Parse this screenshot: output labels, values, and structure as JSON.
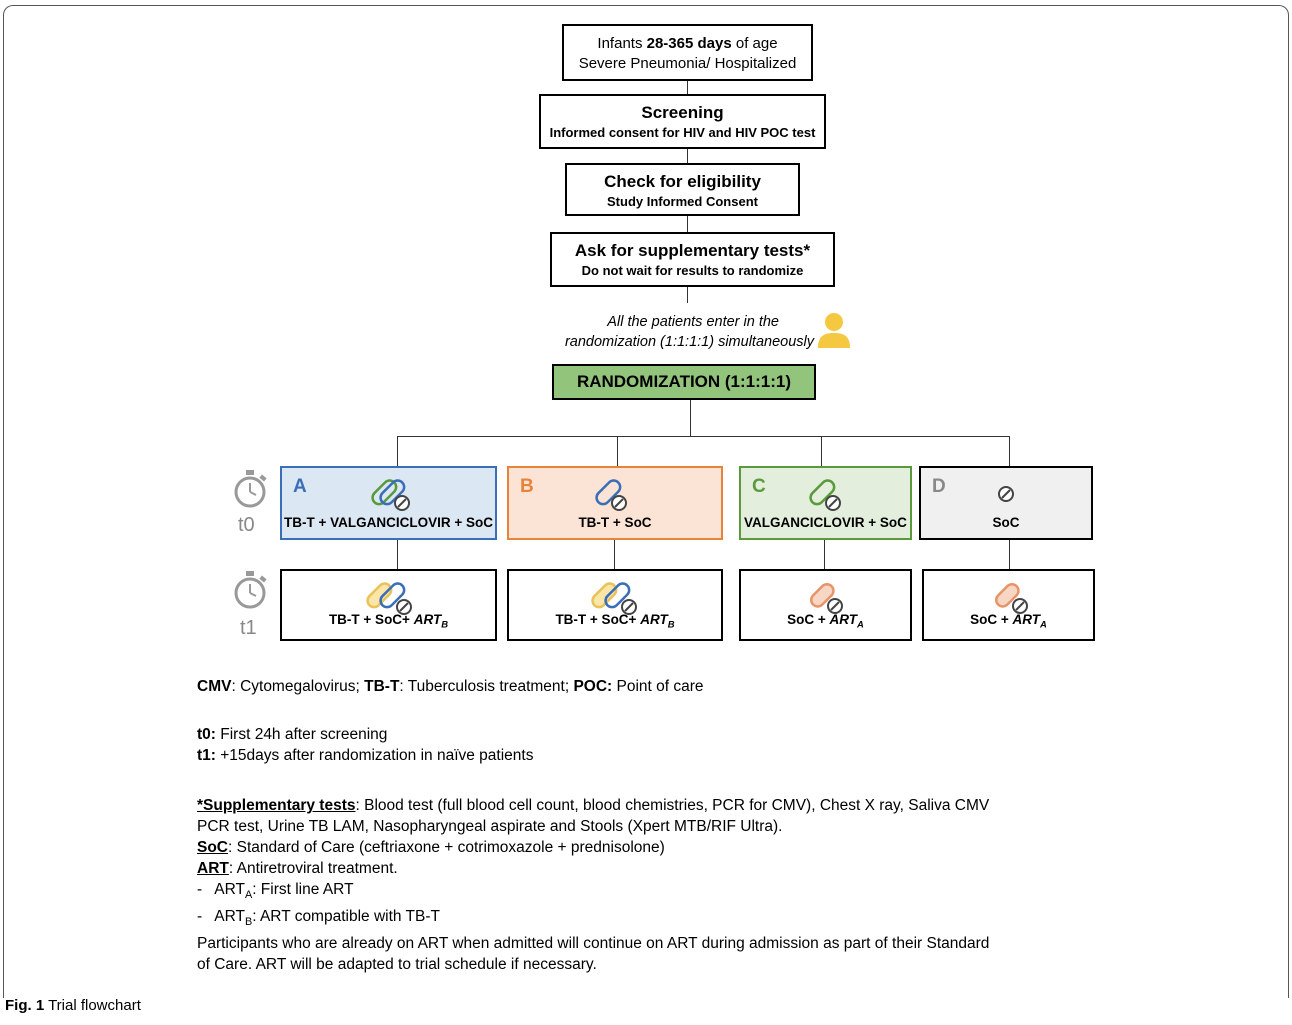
{
  "flow": {
    "box1_line1_pre": "Infants ",
    "box1_line1_bold": "28-365 days",
    "box1_line1_post": " of age",
    "box1_line2": "Severe Pneumonia/ Hospitalized",
    "screening_title": "Screening",
    "screening_sub": "Informed consent for HIV and HIV POC test",
    "eligibility_title": "Check for eligibility",
    "eligibility_sub": "Study Informed Consent",
    "supp_title": "Ask for supplementary tests*",
    "supp_sub": "Do not wait for results to randomize",
    "note_line1": "All the patients enter in the",
    "note_line2": "randomization (1:1:1:1) simultaneously",
    "randomization": "RANDOMIZATION (1:1:1:1)"
  },
  "times": {
    "t0": "t0",
    "t1": "t1"
  },
  "arms": [
    {
      "letter": "A",
      "t0_label": "TB-T + VALGANCICLOVIR + SoC",
      "t1_label": "TB-T + SoC+ ",
      "t1_art": "ART",
      "t1_sub": "B",
      "color": "#3a6fb8",
      "bg": "#dce7f4"
    },
    {
      "letter": "B",
      "t0_label": "TB-T + SoC",
      "t1_label": "TB-T + SoC+ ",
      "t1_art": "ART",
      "t1_sub": "B",
      "color": "#e8833a",
      "bg": "#fbe3d5"
    },
    {
      "letter": "C",
      "t0_label": "VALGANCICLOVIR + SoC",
      "t1_label": "SoC + ",
      "t1_art": "ART",
      "t1_sub": "A",
      "color": "#5a9a3c",
      "bg": "#e3efdc"
    },
    {
      "letter": "D",
      "t0_label": "SoC",
      "t1_label": "SoC + ",
      "t1_art": "ART",
      "t1_sub": "A",
      "color": "#888888",
      "bg": "#f0f0f0"
    }
  ],
  "legend": {
    "abbr_cmv_key": "CMV",
    "abbr_cmv_val": ": Cytomegalovirus; ",
    "abbr_tbt_key": "TB-T",
    "abbr_tbt_val": ": Tuberculosis treatment; ",
    "abbr_poc_key": "POC:",
    "abbr_poc_val": " Point of care",
    "t0_key": "t0:",
    "t0_val": " First 24h after screening",
    "t1_key": "t1:",
    "t1_val": " +15days after randomization in naïve patients",
    "supp_key": "*Supplementary tests",
    "supp_val": ": Blood test (full blood cell count, blood chemistries, PCR for CMV), Chest X ray, Saliva CMV",
    "supp_val2": "PCR test, Urine TB LAM, Nasopharyngeal aspirate and Stools (Xpert MTB/RIF Ultra).",
    "soc_key": "SoC",
    "soc_val": ": Standard of Care (ceftriaxone + cotrimoxazole + prednisolone)",
    "art_key": "ART",
    "art_val": ": Antiretroviral treatment.",
    "arta_pre": "-   ART",
    "arta_sub": "A",
    "arta_val": ": First line ART",
    "artb_pre": "-   ART",
    "artb_sub": "B",
    "artb_val": ": ART compatible with TB-T",
    "part1": "Participants who are already on ART when admitted will continue on ART during admission as part of their Standard",
    "part2": "of Care. ART will be adapted to trial schedule if necessary."
  },
  "caption": {
    "label": "Fig. 1",
    "text": " Trial flowchart"
  }
}
